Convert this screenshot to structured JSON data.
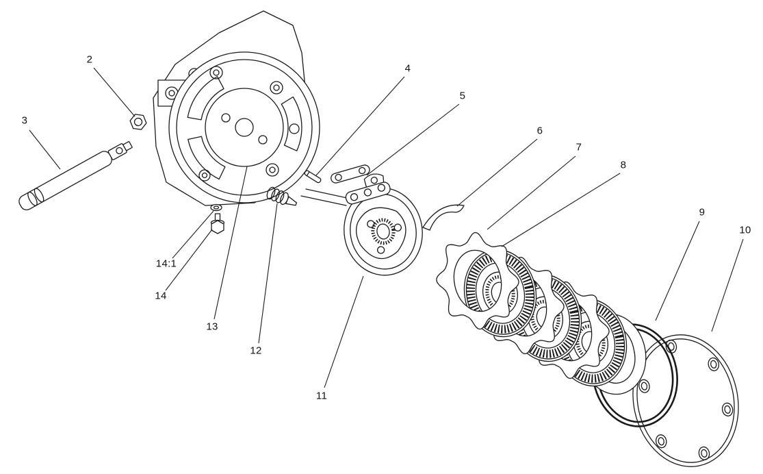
{
  "diagram": {
    "background": "#ffffff",
    "line_color": "#1a1a1a",
    "callouts": {
      "c2": "2",
      "c3": "3",
      "c4": "4",
      "c5": "5",
      "c6": "6",
      "c7": "7",
      "c8": "8",
      "c9": "9",
      "c10": "10",
      "c11": "11",
      "c12": "12",
      "c13": "13",
      "c14": "14",
      "c14_1": "14:1"
    }
  }
}
